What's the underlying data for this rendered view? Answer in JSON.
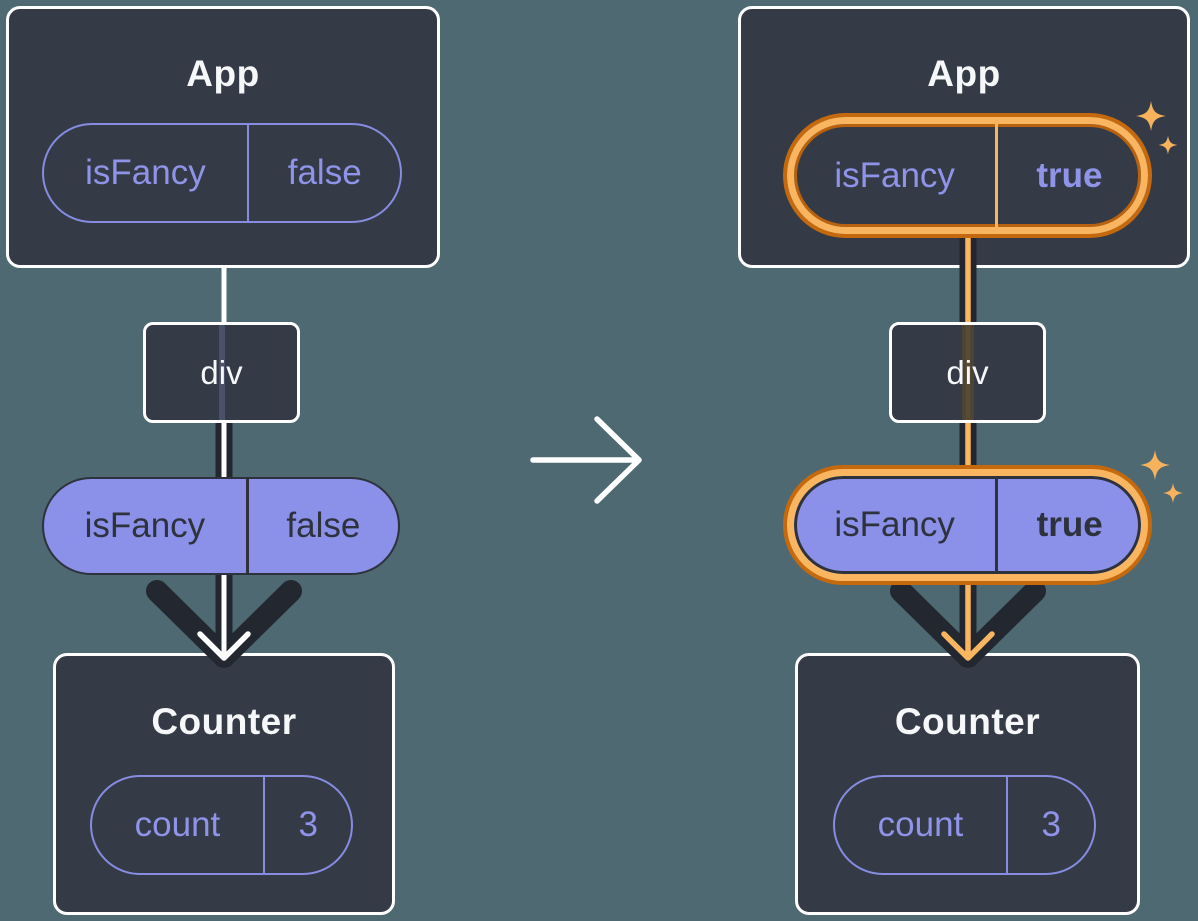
{
  "before": {
    "app": {
      "title": "App",
      "prop": {
        "name": "isFancy",
        "value": "false"
      }
    },
    "div": {
      "label": "div"
    },
    "passed_prop": {
      "name": "isFancy",
      "value": "false"
    },
    "counter": {
      "title": "Counter",
      "state": {
        "name": "count",
        "value": "3"
      }
    }
  },
  "after": {
    "app": {
      "title": "App",
      "prop": {
        "name": "isFancy",
        "value": "true"
      }
    },
    "div": {
      "label": "div"
    },
    "passed_prop": {
      "name": "isFancy",
      "value": "true"
    },
    "counter": {
      "title": "Counter",
      "state": {
        "name": "count",
        "value": "3"
      }
    }
  },
  "icons": {
    "transition": "arrow-right-icon",
    "flow": "arrow-down-icon",
    "highlight": "sparkles-icon"
  },
  "colors": {
    "background": "#4e6971",
    "component_box": "#343a46",
    "box_border": "#ffffff",
    "purple_outline": "#868ce0",
    "purple_text": "#8f94e8",
    "purple_fill": "#8b90e8",
    "dark_text": "#2d323d",
    "arrow_dark": "#23272f",
    "orange_light": "#f9b55f",
    "orange_dark": "#c4690e",
    "sparkle": "#f6b35c"
  }
}
